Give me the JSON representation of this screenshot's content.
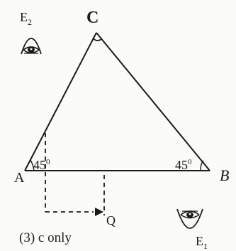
{
  "labels": {
    "vertex_top": "C",
    "vertex_left": "A",
    "vertex_right": "B",
    "point_bottom": "Q",
    "observer_1": "E",
    "observer_1_sub": "1",
    "observer_2": "E",
    "observer_2_sub": "2",
    "angle_left": "45",
    "angle_right": "45",
    "degree_symbol": "0"
  },
  "footer": {
    "option_text": "(3)  c only"
  },
  "icons": {
    "right_angle": "right-angle-marker-icon",
    "eye_top": "eye-looking-down-icon",
    "eye_bottom": "eye-looking-up-icon",
    "arrow": "arrow-right-icon"
  },
  "colors": {
    "ink": "#1a1a1a",
    "background": "#fbfbf9"
  }
}
